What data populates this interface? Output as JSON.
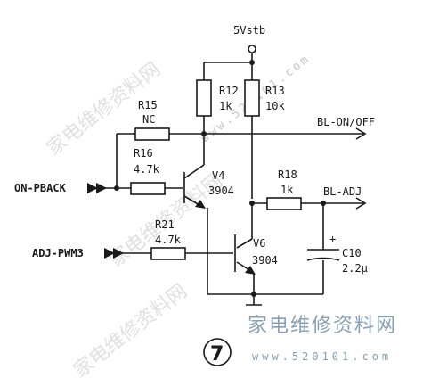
{
  "diagram": {
    "supply_label": "5Vstb",
    "resistors": {
      "r15": {
        "name": "R15",
        "value": "NC"
      },
      "r16": {
        "name": "R16",
        "value": "4.7k"
      },
      "r12": {
        "name": "R12",
        "value": "1k"
      },
      "r13": {
        "name": "R13",
        "value": "10k"
      },
      "r18": {
        "name": "R18",
        "value": "1k"
      },
      "r21": {
        "name": "R21",
        "value": "4.7k"
      }
    },
    "transistors": {
      "v4": {
        "name": "V4",
        "part": "3904"
      },
      "v6": {
        "name": "V6",
        "part": "3904"
      }
    },
    "capacitor": {
      "name": "C10",
      "value": "2.2μ",
      "polarity": "+"
    },
    "inputs": {
      "on_pback": "ON-PBACK",
      "adj_pwm": "ADJ-PWM3"
    },
    "outputs": {
      "bl_on_off": "BL-ON/OFF",
      "bl_adj": "BL-ADJ"
    }
  },
  "watermark": {
    "text": "家电维修资料网",
    "url": "www.520101.com",
    "brand_text": "家电维修资料网",
    "brand_url": "www.520101.com",
    "logo_glyph": "7"
  }
}
